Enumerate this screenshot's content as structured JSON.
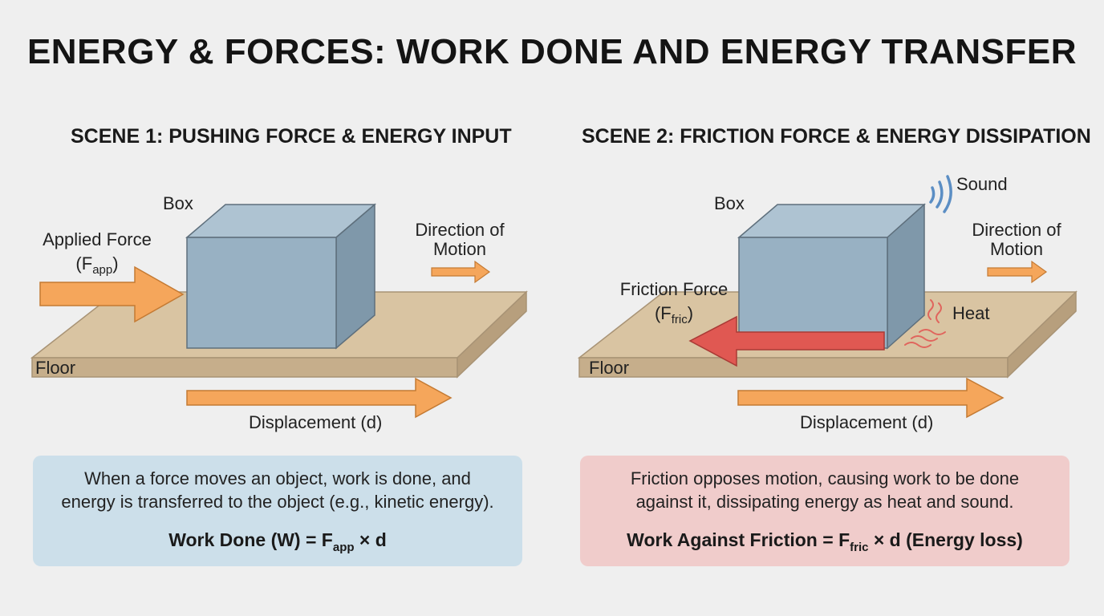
{
  "title": "ENERGY & FORCES: WORK DONE AND ENERGY TRANSFER",
  "scene1": {
    "heading": "SCENE 1: PUSHING FORCE & ENERGY INPUT",
    "box_label": "Box",
    "applied_force_line1": "Applied Force",
    "applied_force_symbol": "F",
    "applied_force_sub": "app",
    "direction_line1": "Direction of",
    "direction_line2": "Motion",
    "floor_label": "Floor",
    "displacement_label": "Displacement (d)",
    "note_line1": "When a force moves an object, work is done, and",
    "note_line2": "energy is transferred to the object (e.g., kinetic energy).",
    "formula_left": "Work Done (W) = F",
    "formula_sub": "app",
    "formula_right": " × d"
  },
  "scene2": {
    "heading": "SCENE 2: FRICTION FORCE & ENERGY DISSIPATION",
    "box_label": "Box",
    "sound_label": "Sound",
    "heat_label": "Heat",
    "friction_line1": "Friction Force",
    "friction_symbol": "F",
    "friction_sub": "fric",
    "direction_line1": "Direction of",
    "direction_line2": "Motion",
    "floor_label": "Floor",
    "displacement_label": "Displacement (d)",
    "note_line1": "Friction opposes motion, causing work to be done",
    "note_line2": "against it, dissipating energy as heat and sound.",
    "formula_left": "Work Against Friction = F",
    "formula_sub": "fric",
    "formula_right": " × d (Energy loss)"
  },
  "colors": {
    "background": "#efefef",
    "floor_top": "#d9c4a2",
    "floor_front": "#c6ae8b",
    "box_front": "#98b1c3",
    "box_top": "#aec3d2",
    "box_side": "#7f98aa",
    "arrow_orange": "#f5a65b",
    "arrow_red": "#e05852",
    "sound_blue": "#5b8ec4",
    "heat_red": "#e0655d",
    "note_blue": "#ccdfea",
    "note_red": "#f0cccb"
  }
}
